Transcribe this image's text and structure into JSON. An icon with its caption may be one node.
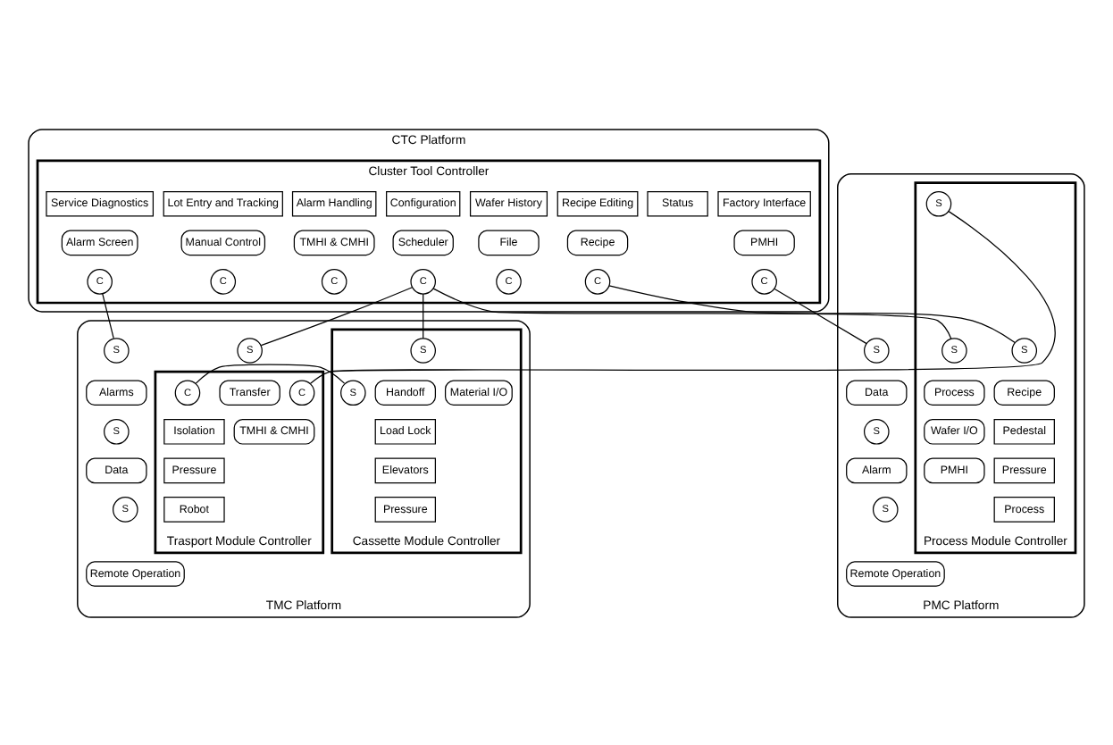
{
  "diagram": {
    "nodes": [
      {
        "text": [
          "CTC Platform"
        ]
      },
      {
        "text": [
          "Cluster Tool Controller"
        ],
        "in": 0
      },
      {
        "text": [
          "Factory Interface"
        ],
        "in": 1
      },
      {
        "text": [
          "Status"
        ],
        "in": 1
      },
      {
        "text": [
          "Recipe Editing"
        ],
        "in": 1
      },
      {
        "text": [
          "Wafer History"
        ],
        "in": 1
      },
      {
        "text": [
          "Configuration"
        ],
        "in": 1
      },
      {
        "text": [
          "Alarm Handling"
        ],
        "in": 1
      },
      {
        "text": [
          "Lot Entry and Tracking"
        ],
        "in": 1
      },
      {
        "text": [
          "Service Diagnostics"
        ],
        "in": 1
      },
      {
        "text": [
          "PMHI"
        ],
        "in": 1
      },
      {
        "text": [
          "Recipe"
        ],
        "in": 1
      },
      {
        "text": [
          "File"
        ],
        "in": 1
      },
      {
        "text": [
          "Scheduler"
        ],
        "in": 1
      },
      {
        "text": [
          "TMHI & CMHI"
        ],
        "in": 1
      },
      {
        "text": [
          "Manual Control"
        ],
        "in": 1
      },
      {
        "text": [
          "Alarm Screen"
        ],
        "in": 1
      },
      {
        "text": [
          "C"
        ],
        "in": 1
      },
      {
        "text": [
          "C"
        ],
        "in": 1
      },
      {
        "text": [
          "C"
        ],
        "in": 1
      },
      {
        "text": [
          "C"
        ],
        "in": 1
      },
      {
        "text": [
          "C"
        ],
        "in": 1
      },
      {
        "text": [
          "C"
        ],
        "in": 1
      },
      {
        "text": [
          "C"
        ],
        "in": 1
      },
      {
        "text": [
          "PMC Platform"
        ]
      },
      {
        "text": [
          "S"
        ],
        "in": 24
      },
      {
        "text": [
          "Data"
        ],
        "in": 24
      },
      {
        "text": [
          "S"
        ],
        "in": 24
      },
      {
        "text": [
          "Alarm"
        ],
        "in": 24
      },
      {
        "text": [
          "S"
        ],
        "in": 24
      },
      {
        "text": [
          "Remote Operation"
        ],
        "in": 24
      },
      {
        "text": [
          "Process Module Controller"
        ],
        "in": 24
      },
      {
        "text": [
          "S"
        ],
        "in": 31
      },
      {
        "text": [
          "S"
        ],
        "in": 31
      },
      {
        "text": [
          "Recipe"
        ],
        "in": 31
      },
      {
        "text": [
          "Process"
        ],
        "in": 31
      },
      {
        "text": [
          "Wafer I/O"
        ],
        "in": 31
      },
      {
        "text": [
          "S"
        ],
        "in": 31
      },
      {
        "text": [
          "Pedestal"
        ],
        "in": 31
      },
      {
        "text": [
          "Pressure"
        ],
        "in": 31
      },
      {
        "text": [
          "Process"
        ],
        "in": 31
      },
      {
        "text": [
          "PMHI"
        ],
        "in": 31
      },
      {
        "text": [
          "TMC Platform"
        ]
      },
      {
        "text": [
          "S"
        ],
        "in": 42
      },
      {
        "text": [
          "Trasport Module Controller"
        ],
        "in": 42
      },
      {
        "text": [
          "C"
        ],
        "in": 44
      },
      {
        "text": [
          "Transfer"
        ],
        "in": 44
      },
      {
        "text": [
          "C"
        ],
        "in": 44
      },
      {
        "text": [
          "Isolation"
        ],
        "in": 44
      },
      {
        "text": [
          "Pressure"
        ],
        "in": 44
      },
      {
        "text": [
          "Robot"
        ],
        "in": 44
      },
      {
        "text": [
          "TMHI & CMHI"
        ],
        "in": 44
      },
      {
        "text": [
          "Cassette Module Controller"
        ],
        "in": 42
      },
      {
        "text": [
          "S"
        ],
        "in": 52
      },
      {
        "text": [
          "S"
        ],
        "in": 52
      },
      {
        "text": [
          "Handoff"
        ],
        "in": 52
      },
      {
        "text": [
          "Material I/O"
        ],
        "in": 52
      },
      {
        "text": [
          "Load Lock"
        ],
        "in": 52
      },
      {
        "text": [
          "Elevators"
        ],
        "in": 52
      },
      {
        "text": [
          "Pressure"
        ],
        "in": 52
      },
      {
        "text": [
          "S"
        ],
        "in": 42
      },
      {
        "text": [
          "Alarms"
        ],
        "in": 42
      },
      {
        "text": [
          "S"
        ],
        "in": 42
      },
      {
        "text": [
          "Data"
        ],
        "in": 42
      },
      {
        "text": [
          "S"
        ],
        "in": 42
      },
      {
        "text": [
          "Remote Operation"
        ],
        "in": 42
      }
    ],
    "edges": [
      {
        "from": 17,
        "to": 25,
        "arrow": "none"
      },
      {
        "from": 18,
        "to": 32,
        "arrow": "none"
      },
      {
        "from": 20,
        "to": 33,
        "arrow": "none"
      },
      {
        "from": 20,
        "to": 43,
        "arrow": "none"
      },
      {
        "from": 20,
        "to": 53,
        "arrow": "none"
      },
      {
        "from": 23,
        "to": 60,
        "arrow": "none"
      },
      {
        "from": 37,
        "to": 45,
        "arrow": "none"
      },
      {
        "from": 47,
        "to": 54,
        "arrow": "none"
      }
    ]
  }
}
